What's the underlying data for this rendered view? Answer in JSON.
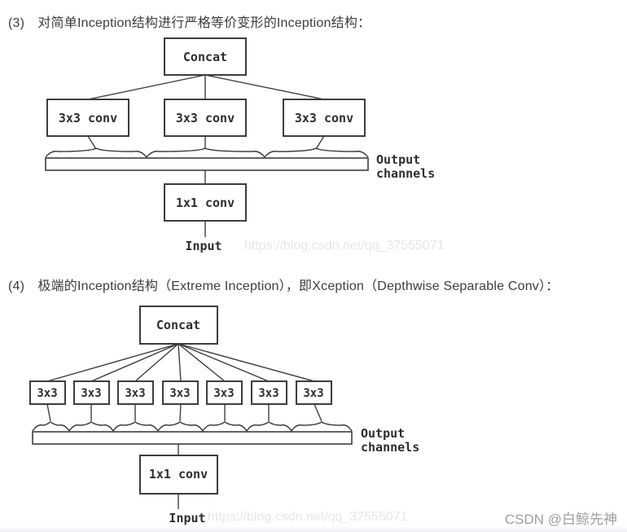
{
  "page": {
    "heading3": "(3)　对简单Inception结构进行严格等价变形的Inception结构：",
    "heading4": "(4)　极端的Inception结构（Extreme Inception），即Xception（Depthwise Separable Conv）：",
    "watermark": "https://blog.csdn.net/qq_37555071",
    "credit": "CSDN @白鲸先神"
  },
  "diagram1": {
    "concat_label": "Concat",
    "conv_boxes": [
      "3x3 conv",
      "3x3 conv",
      "3x3 conv"
    ],
    "output_label_line1": "Output",
    "output_label_line2": "channels",
    "bottleneck_label": "1x1 conv",
    "input_label": "Input"
  },
  "diagram2": {
    "concat_label": "Concat",
    "conv_boxes": [
      "3x3",
      "3x3",
      "3x3",
      "3x3",
      "3x3",
      "3x3",
      "3x3"
    ],
    "output_label_line1": "Output",
    "output_label_line2": "channels",
    "bottleneck_label": "1x1 conv",
    "input_label": "Input"
  },
  "colors": {
    "diagram_line": "#3d3d3d",
    "heading_text": "#3c3c3c",
    "watermark": "#e7e7e9",
    "credit": "#9e9e9e",
    "background": "#ffffff"
  }
}
